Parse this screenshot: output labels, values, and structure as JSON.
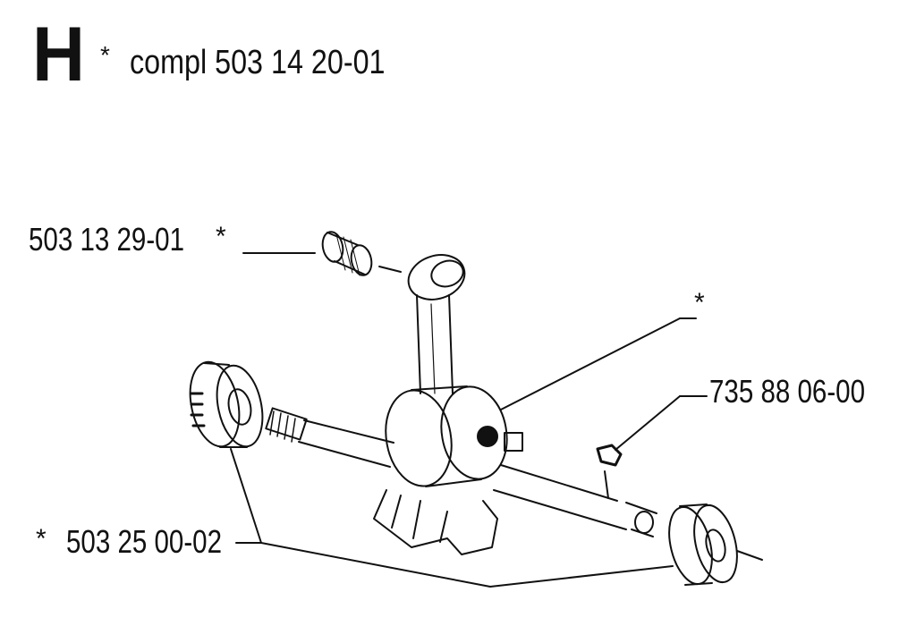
{
  "header": {
    "section_letter": "H",
    "star": "*",
    "assembly": "compl 503 14 20-01"
  },
  "callouts": {
    "needle_bearing": {
      "part_no": "503 13 29-01",
      "star": "*"
    },
    "crankshaft": {
      "star": "*"
    },
    "key": {
      "part_no": "735 88 06-00"
    },
    "ball_bearings": {
      "part_no": "503 25 00-02",
      "star": "*"
    }
  },
  "colors": {
    "ink": "#111111",
    "paper": "#ffffff"
  },
  "icons": [
    "crankshaft-drawing",
    "needle-bearing-icon",
    "ball-bearing-icon",
    "woodruff-key-icon"
  ]
}
